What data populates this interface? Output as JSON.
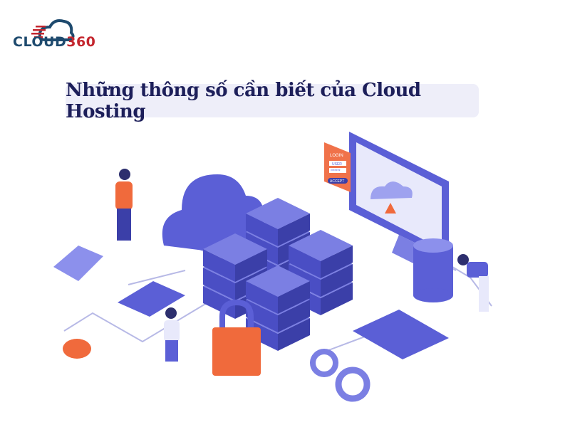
{
  "logo": {
    "part1": "CLOUD",
    "part2": "360"
  },
  "title": "Những thông số cần biết của Cloud Hosting",
  "illustration": {
    "login_card": {
      "heading": "LOGIN",
      "user": "USER",
      "password": "*******",
      "button": "ACCEPT"
    },
    "icons": [
      "cloud-icon",
      "server-stack-icon",
      "monitor-icon",
      "database-icon",
      "padlock-icon",
      "shield-icon",
      "gear-icon",
      "tablet-icon",
      "checkmark-icon"
    ]
  },
  "colors": {
    "brand_navy": "#1e4a6e",
    "brand_red": "#c4262e",
    "server": "#5b5fd6",
    "accent": "#f06a3c",
    "title_bg": "#eeeef9"
  }
}
